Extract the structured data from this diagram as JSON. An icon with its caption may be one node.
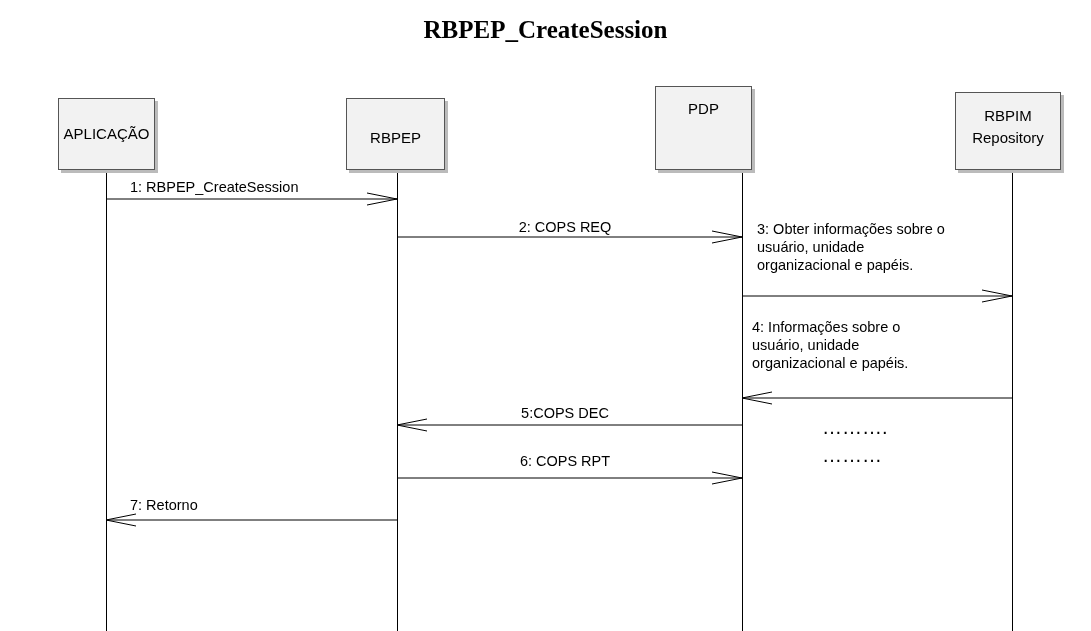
{
  "diagram": {
    "title": "RBPEP_CreateSession",
    "nodes": [
      {
        "text": [
          "APLICAÇÃO"
        ]
      },
      {
        "text": [
          "RBPEP"
        ]
      },
      {
        "text": [
          "PDP"
        ]
      },
      {
        "text": [
          "RBPIM",
          "Repository"
        ]
      }
    ],
    "edges": [
      {
        "from": 0,
        "to": 1,
        "arrow": "to",
        "label": "1: RBPEP_CreateSession"
      },
      {
        "from": 1,
        "to": 2,
        "arrow": "to",
        "label": "2: COPS REQ"
      },
      {
        "from": 2,
        "to": 3,
        "arrow": "to",
        "label": "3: Obter informações sobre o usuário, unidade organizacional e papéis."
      },
      {
        "from": 3,
        "to": 2,
        "arrow": "to",
        "label": "4: Informações sobre o usuário, unidade organizacional e papéis."
      },
      {
        "from": 2,
        "to": 1,
        "arrow": "to",
        "label": "5:COPS DEC"
      },
      {
        "from": 1,
        "to": 2,
        "arrow": "to",
        "label": "6: COPS RPT"
      },
      {
        "from": 1,
        "to": 0,
        "arrow": "to",
        "label": "7: Retorno"
      }
    ],
    "labels": [
      "……….",
      "………"
    ]
  }
}
